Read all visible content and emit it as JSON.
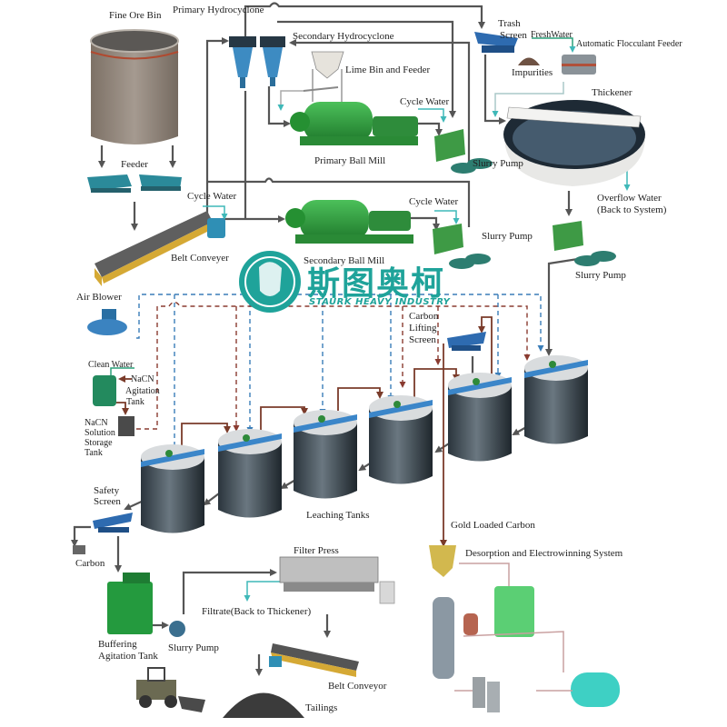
{
  "diagram": {
    "title": "Gold CIL Leaching Process Flow",
    "logo": {
      "cn": "斯图奥柯",
      "en": "STAURK HEAVY INDUSTRY",
      "color": "#1fa39a"
    },
    "colors": {
      "slurry_line": "#555555",
      "water_line": "#3fb8b8",
      "carbon_line": "#7a3b2a",
      "air_dashed": "#3a7db8",
      "nacn_dashed": "#8a3b30",
      "tank_body": "#3a4650",
      "tank_band": "#3b86c9",
      "ball_mill": "#2e9a3e",
      "thickener": "#1e2a35"
    },
    "labels": {
      "fine_ore_bin": "Fine Ore Bin",
      "feeder": "Feeder",
      "primary_hydrocyclone": "Primary Hydrocyclone",
      "secondary_hydrocyclone": "Secondary Hydrocyclone",
      "lime_bin": "Lime Bin and Feeder",
      "cycle_water_1": "Cycle Water",
      "cycle_water_2": "Cycle Water",
      "cycle_water_3": "Cycle Water",
      "primary_ball_mill": "Primary Ball Mill",
      "secondary_ball_mill": "Secondary Ball Mill",
      "slurry_pump_1": "Slurry Pump",
      "slurry_pump_2": "Slurry Pump",
      "slurry_pump_3": "Slurry Pump",
      "slurry_pump_4": "Slurry Pump",
      "trash_screen_1": "Trash",
      "trash_screen_2": "Screen",
      "fresh_water": "FreshWater",
      "flocculant_feeder": "Automatic Flocculant Feeder",
      "impurities": "Impurities",
      "thickener": "Thickener",
      "overflow_water_1": "Overflow Water",
      "overflow_water_2": "(Back to System)",
      "belt_conveyer": "Belt Conveyer",
      "air_blower": "Air Blower",
      "clean_water": "Clean Water",
      "nacn": "NaCN",
      "agitation_tank_1": "Agitation",
      "agitation_tank_2": "Tank",
      "nacn_storage_1": "NaCN",
      "nacn_storage_2": "Solution",
      "nacn_storage_3": "Storage",
      "nacn_storage_4": "Tank",
      "carbon_lifting_1": "Carbon",
      "carbon_lifting_2": "Lifting",
      "carbon_lifting_3": "Screen",
      "leaching_tanks": "Leaching Tanks",
      "safety_screen_1": "Safety",
      "safety_screen_2": "Screen",
      "carbon": "Carbon",
      "gold_loaded_carbon": "Gold Loaded Carbon",
      "desorption": "Desorption and Electrowinning System",
      "filter_press": "Filter Press",
      "filtrate": "Filtrate(Back to Thickener)",
      "buffering_1": "Buffering",
      "buffering_2": "Agitation Tank",
      "belt_conveyor_2": "Belt Conveyor",
      "tailings": "Tailings"
    }
  }
}
